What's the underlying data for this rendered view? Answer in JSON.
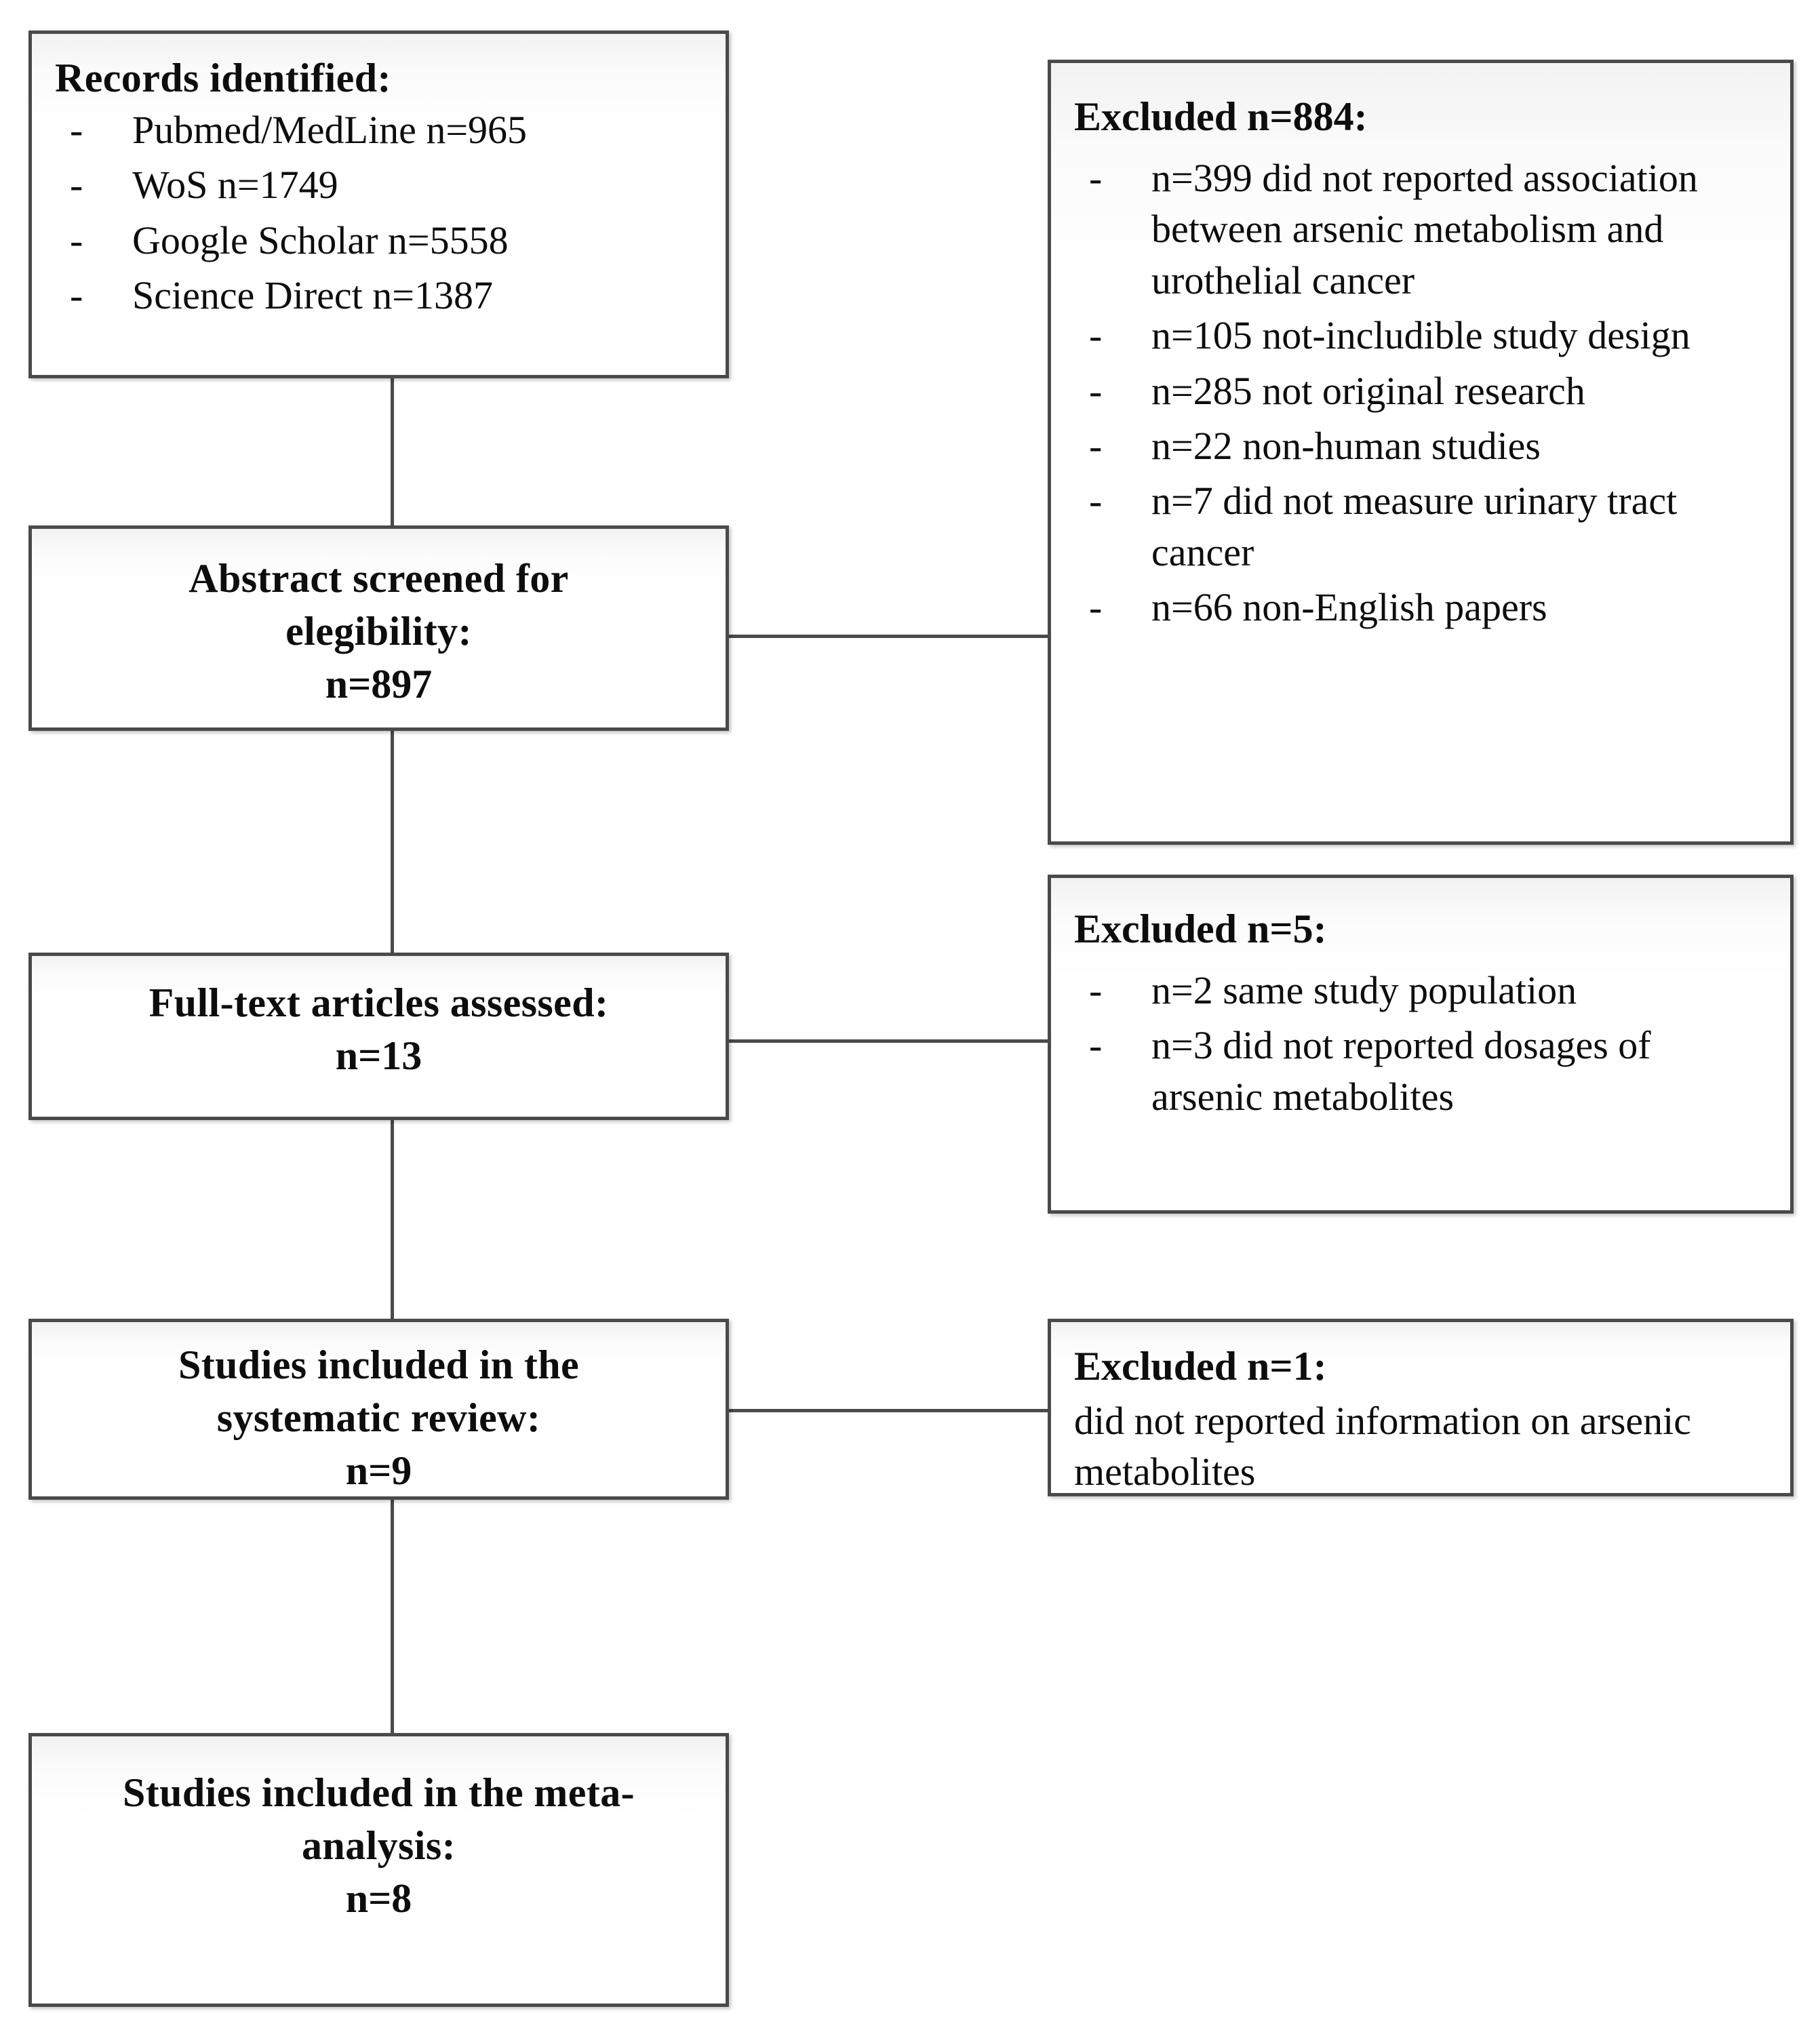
{
  "diagram": {
    "type": "prisma-flow-diagram",
    "boxes": {
      "records_identified": {
        "title": "Records identified:",
        "items": [
          "Pubmed/MedLine n=965",
          "WoS n=1749",
          "Google Scholar n=5558",
          "Science Direct n=1387"
        ]
      },
      "abstract_screened": {
        "line1": "Abstract screened for",
        "line2": "elegibility:",
        "count": "n=897"
      },
      "fulltext_assessed": {
        "line1": "Full-text articles assessed:",
        "count": "n=13"
      },
      "systematic_review": {
        "line1": "Studies included in the",
        "line2": "systematic review:",
        "count": "n=9"
      },
      "meta_analysis": {
        "line1": "Studies included in the meta-",
        "line2": "analysis:",
        "count": "n=8"
      },
      "excluded_884": {
        "title": "Excluded  n=884:",
        "items": [
          "n=399 did not reported association between arsenic metabolism and urothelial cancer",
          "n=105 not-includible study design",
          "n=285 not original research",
          "n=22 non-human studies",
          "n=7 did not measure urinary tract cancer",
          "n=66 non-English papers"
        ]
      },
      "excluded_5": {
        "title": "Excluded  n=5:",
        "items": [
          "n=2 same study population",
          "n=3 did not reported dosages of arsenic metabolites"
        ]
      },
      "excluded_1": {
        "title": "Excluded  n=1:",
        "body": "did not reported information on arsenic metabolites"
      }
    },
    "bullet_glyph": "-",
    "colors": {
      "border": "#4a4a4a",
      "text": "#0d0d0d",
      "background": "#ffffff"
    }
  }
}
